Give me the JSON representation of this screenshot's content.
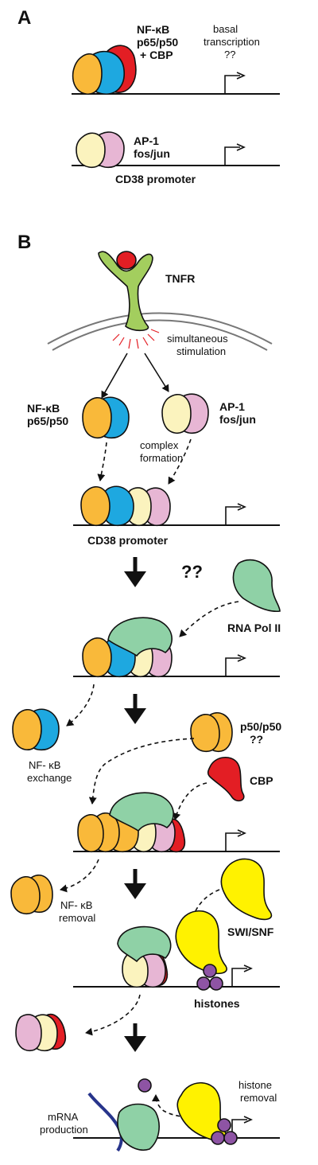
{
  "panels": {
    "a": "A",
    "b": "B"
  },
  "panel_a": {
    "nfkb_line1": "NF-κB",
    "nfkb_line2": "p65/p50",
    "nfkb_line3": "+ CBP",
    "basal_line1": "basal",
    "basal_line2": "transcription",
    "basal_line3": "??",
    "ap1_line1": "AP-1",
    "ap1_line2": "fos/jun",
    "promoter": "CD38 promoter"
  },
  "panel_b": {
    "tnfr": "TNFR",
    "stim_line1": "simultaneous",
    "stim_line2": "stimulation",
    "nfkb_line1": "NF-κB",
    "nfkb_line2": "p65/p50",
    "ap1_line1": "AP-1",
    "ap1_line2": "fos/jun",
    "complex_line1": "complex",
    "complex_line2": "formation",
    "promoter": "CD38 promoter",
    "qq": "??",
    "polii": "RNA Pol II",
    "p50p50_line1": "p50/p50",
    "p50p50_line2": "??",
    "exchange_line1": "NF- κB",
    "exchange_line2": "exchange",
    "cbp": "CBP",
    "removal_line1": "NF- κB",
    "removal_line2": "removal",
    "swisnf": "SWI/SNF",
    "histones": "histones",
    "hist_removal_line1": "histone",
    "hist_removal_line2": "removal",
    "mrna_line1": "mRNA",
    "mrna_line2": "production"
  },
  "colors": {
    "p65_blue": "#1ea8e0",
    "p50_orange": "#f9b93a",
    "cbp_red": "#e31e24",
    "fos_cream": "#fbf3be",
    "jun_pink": "#e7b6d4",
    "polii_green": "#8fd1a6",
    "swisnf_yellow": "#fff200",
    "histone_purple": "#8e54a4",
    "tnfr_green": "#a3ce5e",
    "mrna_navy": "#27348b"
  }
}
